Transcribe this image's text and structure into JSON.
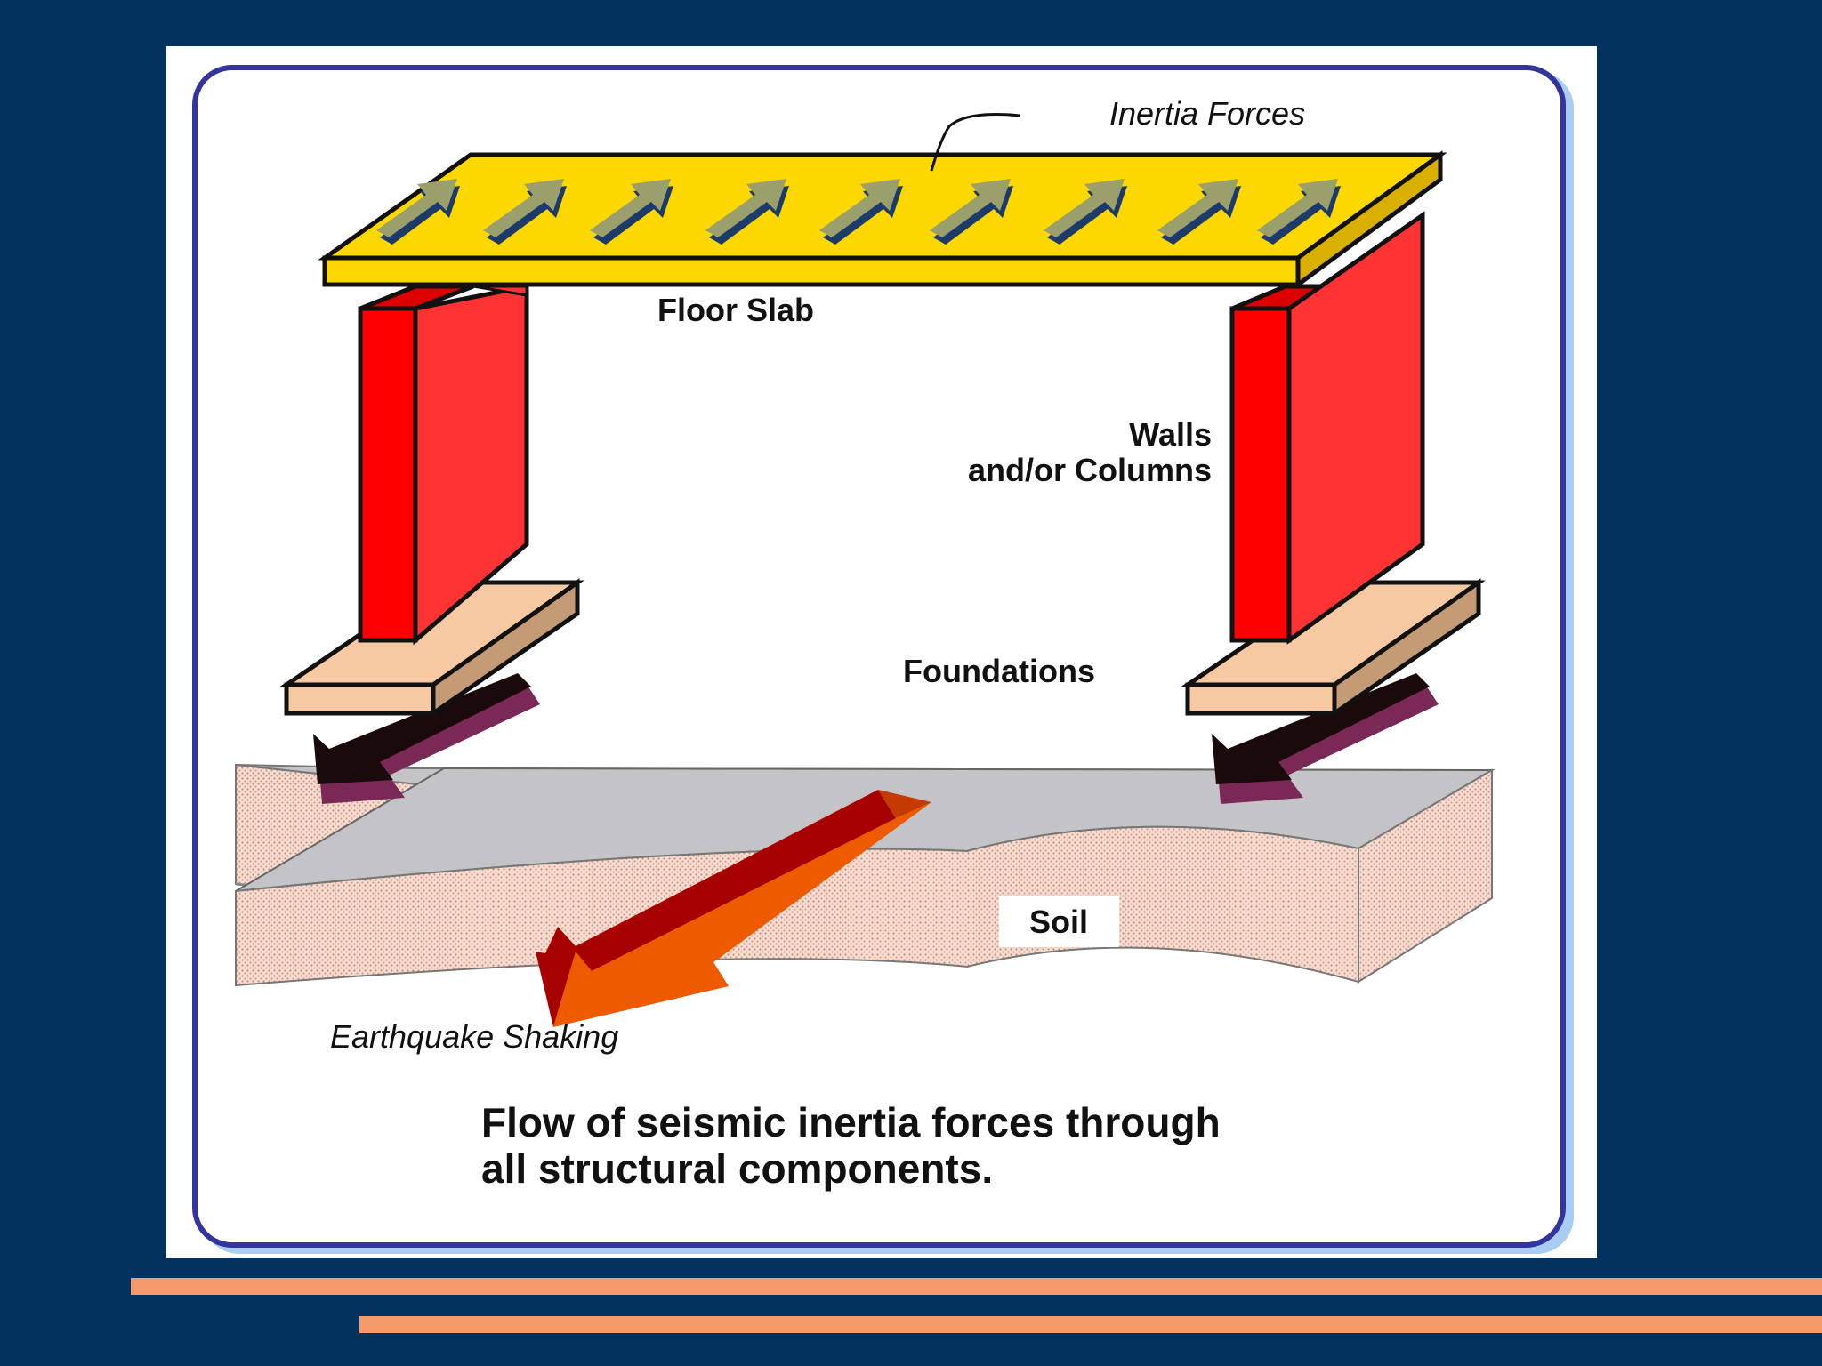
{
  "diagram": {
    "labels": {
      "inertia_forces": "Inertia Forces",
      "floor_slab": "Floor Slab",
      "walls_line1": "Walls",
      "walls_line2": "and/or Columns",
      "foundations": "Foundations",
      "soil": "Soil",
      "earthquake_shaking": "Earthquake Shaking"
    },
    "caption": {
      "line1": "Flow of seismic inertia forces through",
      "line2": "all structural components."
    }
  },
  "colors": {
    "background": "#03325f",
    "accent_lines": "#f59a6a",
    "frame_border": "#34359c",
    "slab": "#fcd700",
    "walls": "#ff3333",
    "foundations": "#f7c9a2",
    "soil_top": "#c3c3c8",
    "shaking_arrow": "#a70000",
    "inertia_arrows": "#9a9f6b"
  }
}
